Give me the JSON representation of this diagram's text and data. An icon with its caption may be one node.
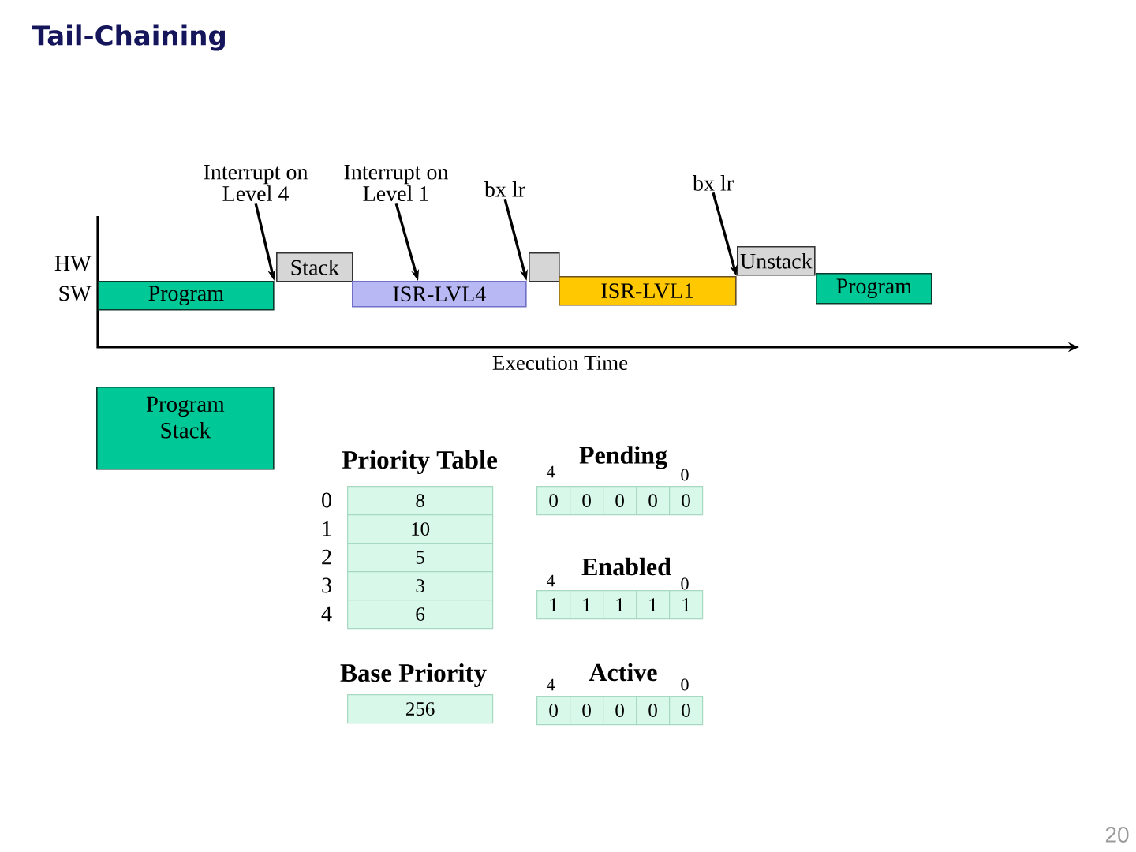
{
  "diagram": {
    "title": "Tail-Chaining",
    "nodes": [
      {
        "text": [
          "Interrupt on Level 4"
        ]
      },
      {
        "text": [
          "Interrupt on Level 1"
        ]
      },
      {
        "text": [
          "bx lr"
        ]
      },
      {
        "text": [
          "bx lr"
        ]
      },
      {
        "text": [
          "Program"
        ]
      },
      {
        "text": [
          "Stack"
        ]
      },
      {
        "text": [
          "ISR-LVL4"
        ]
      },
      {
        "text": [],
        "shape": "box"
      },
      {
        "text": [
          "ISR-LVL1"
        ]
      },
      {
        "text": [
          "Unstack"
        ]
      },
      {
        "text": [
          "Program"
        ]
      },
      {
        "text": [
          "Program Stack"
        ]
      }
    ],
    "edges": [
      {
        "from": 0,
        "to": 4,
        "arrow": "to"
      },
      {
        "from": 1,
        "to": 6,
        "arrow": "to"
      },
      {
        "from": 2,
        "to": 6,
        "arrow": "to"
      },
      {
        "from": 3,
        "to": 8,
        "arrow": "to"
      }
    ],
    "labels": [
      "HW",
      "SW",
      "Execution Time",
      "Priority Table",
      "0",
      "8",
      "1",
      "10",
      "2",
      "5",
      "3",
      "3",
      "4",
      "6",
      "Base Priority",
      "256",
      "4",
      "Pending",
      "0",
      "0",
      "0",
      "0",
      "0",
      "0",
      "4",
      "Enabled",
      "0",
      "1",
      "1",
      "1",
      "1",
      "1",
      "4",
      "Active",
      "0",
      "0",
      "0",
      "0",
      "0",
      "0",
      "20"
    ]
  }
}
